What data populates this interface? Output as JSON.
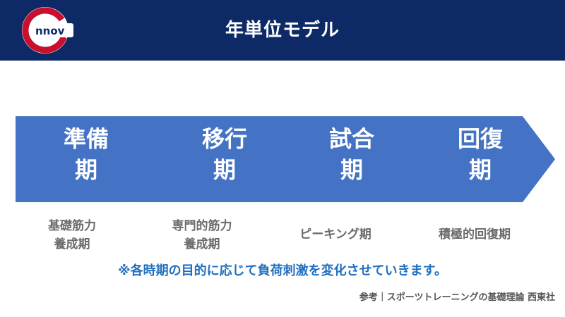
{
  "header": {
    "title": "年単位モデル",
    "logo_text": "nnov"
  },
  "colors": {
    "header_bg": "#0e2a66",
    "arrow_fill": "#4472c4",
    "logo_red": "#c8102e",
    "note_blue": "#1f6fbf",
    "desc_gray": "#6b6b6b"
  },
  "phases": [
    {
      "line1": "準備",
      "line2": "期",
      "description": [
        "基礎筋力",
        "養成期"
      ]
    },
    {
      "line1": "移行",
      "line2": "期",
      "description": [
        "専門的筋力",
        "養成期"
      ]
    },
    {
      "line1": "試合",
      "line2": "期",
      "description": [
        "ピーキング期"
      ]
    },
    {
      "line1": "回復",
      "line2": "期",
      "description": [
        "積極的回復期"
      ]
    }
  ],
  "note": "※各時期の目的に応じて負荷刺激を変化させていきます。",
  "source": "参考｜スポーツトレーニングの基礎理論 西東社"
}
